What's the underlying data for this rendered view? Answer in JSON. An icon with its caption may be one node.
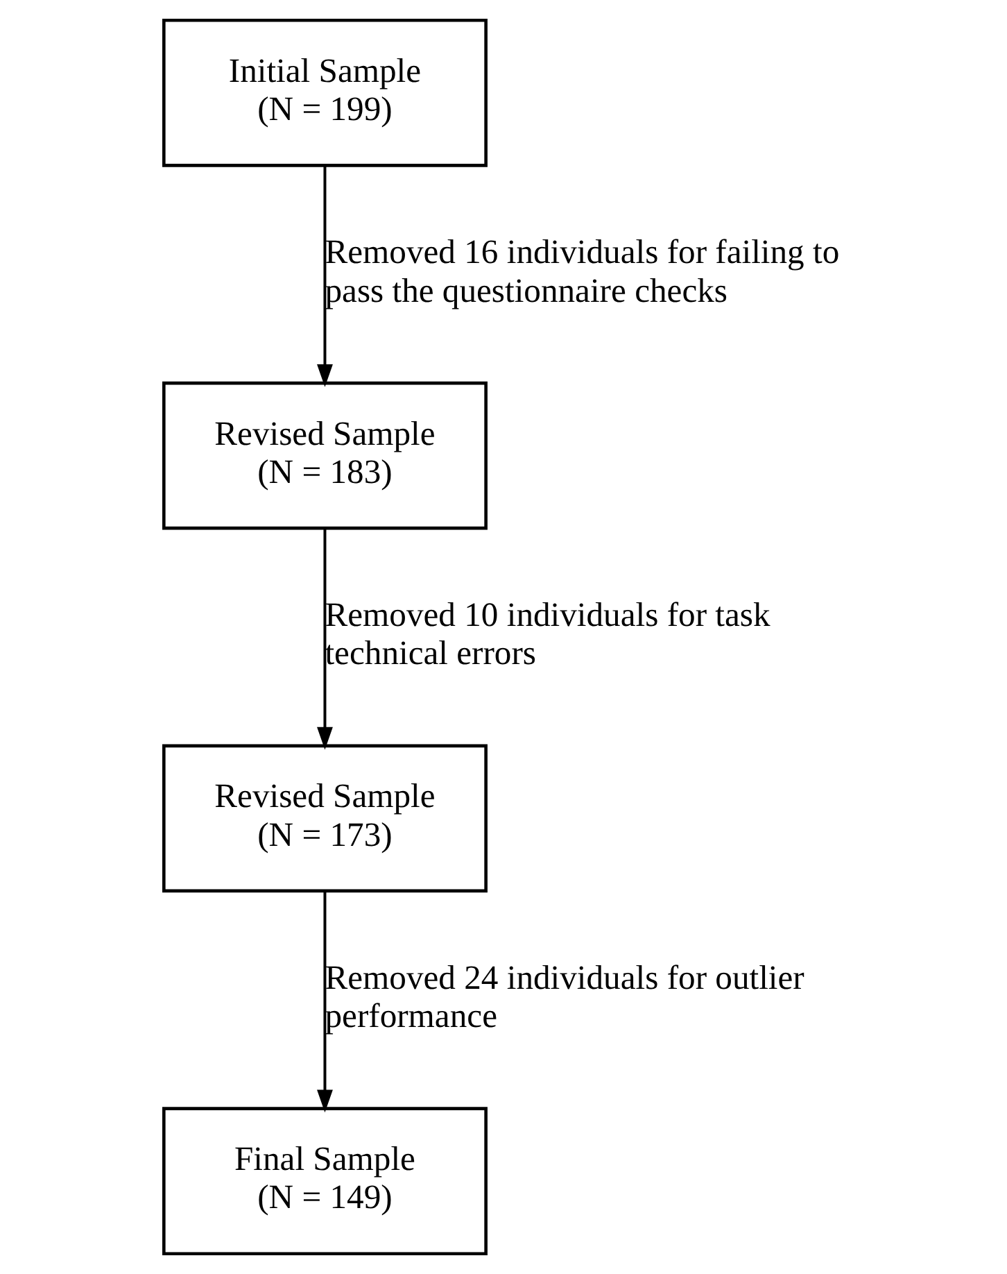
{
  "diagram": {
    "nodes": [
      {
        "text": [
          "Initial Sample",
          "(N = 199)"
        ]
      },
      {
        "text": [
          "Revised Sample",
          "(N = 183)"
        ]
      },
      {
        "text": [
          "Revised Sample",
          "(N = 173)"
        ]
      },
      {
        "text": [
          "Final Sample",
          "(N = 149)"
        ]
      }
    ],
    "edges": [
      {
        "from": 0,
        "to": 1,
        "arrow": "to",
        "label": "Removed 16 individuals for failing to pass the questionnaire checks"
      },
      {
        "from": 1,
        "to": 2,
        "arrow": "to",
        "label": "Removed 10 individuals for task technical errors"
      },
      {
        "from": 2,
        "to": 3,
        "arrow": "to",
        "label": "Removed 24 individuals for outlier performance"
      }
    ]
  }
}
